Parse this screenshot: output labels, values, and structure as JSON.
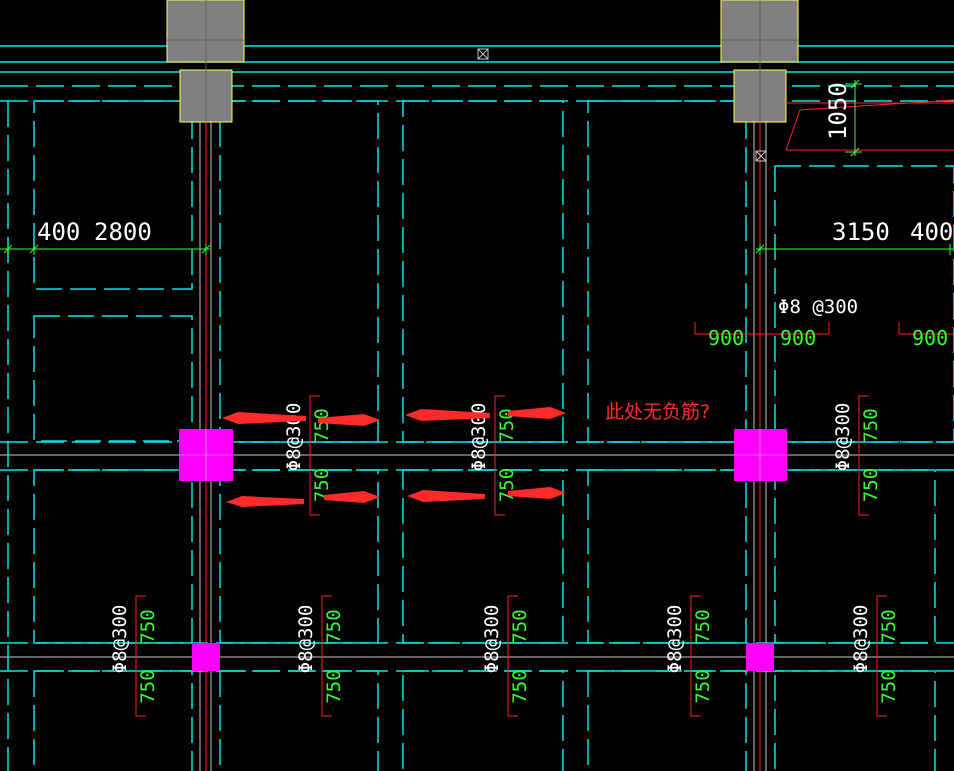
{
  "colors": {
    "background": "#000000",
    "beam_dash": "#00e5e5",
    "slab_line": "#c9c9c9",
    "column_fill": "#808080",
    "column_outline": "#ffff66",
    "column_magenta": "#ff00ff",
    "rebar_red": "#ff2020",
    "dim_green": "#33ff33",
    "label_white": "#ffffff",
    "annotation_red": "#ff2a2a"
  },
  "dimensions": {
    "top_left_a": "400",
    "top_left_b": "2800",
    "top_right_a": "3150",
    "top_right_b": "400",
    "vertical": "1050"
  },
  "rebar_labels": {
    "spec": "Φ8@300",
    "top_right_spec": "Φ8 @300",
    "len_900": "900",
    "len_750": "750"
  },
  "annotation": {
    "text": "此处无负筋?"
  }
}
